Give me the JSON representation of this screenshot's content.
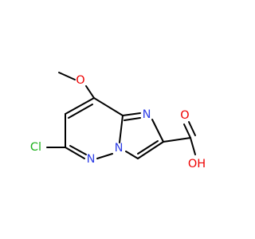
{
  "colors": {
    "bond": "#000000",
    "carbon": "#000000",
    "nitrogen": "#2f3fe6",
    "oxygen": "#ee0000",
    "chlorine": "#1db11d"
  },
  "atoms": {
    "methyl_c": {
      "text": "",
      "element": "C"
    },
    "methoxy_o": {
      "text": "O",
      "element": "O"
    },
    "imidazole_n": {
      "text": "N",
      "element": "N"
    },
    "pyridazine_n": {
      "text": "N",
      "element": "N"
    },
    "bridge_n": {
      "text": "N",
      "element": "N"
    },
    "chlorine": {
      "text": "Cl",
      "element": "Cl"
    },
    "carbonyl_o": {
      "text": "O",
      "element": "O"
    },
    "hydroxyl_o": {
      "text": "OH",
      "element": "O"
    }
  }
}
